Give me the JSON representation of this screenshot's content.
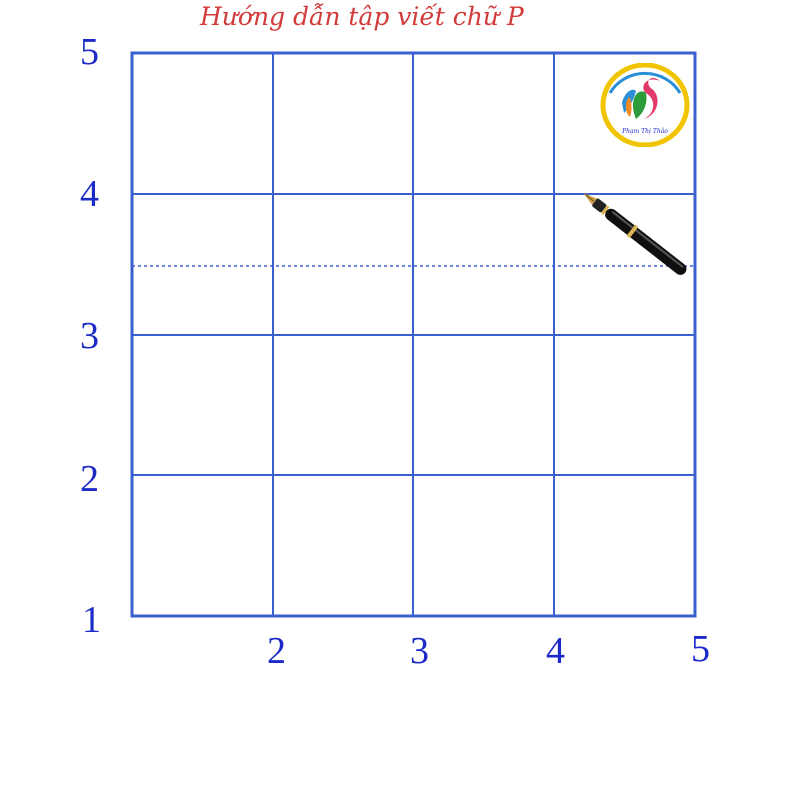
{
  "title": "Hướng dẫn tập viết chữ P",
  "y_axis_labels": [
    "5",
    "4",
    "3",
    "2",
    "1"
  ],
  "x_axis_labels": [
    "2",
    "3",
    "4",
    "5"
  ],
  "colors": {
    "grid": "#3a5fcf",
    "labels": "#1c2bc8",
    "title": "#d23a3a",
    "guide_line": "#3a5fcf"
  },
  "logo": {
    "icon": "swan-leaf-logo-icon",
    "text": "Phạm Thị Thảo"
  },
  "pen": {
    "icon": "fountain-pen-icon"
  }
}
